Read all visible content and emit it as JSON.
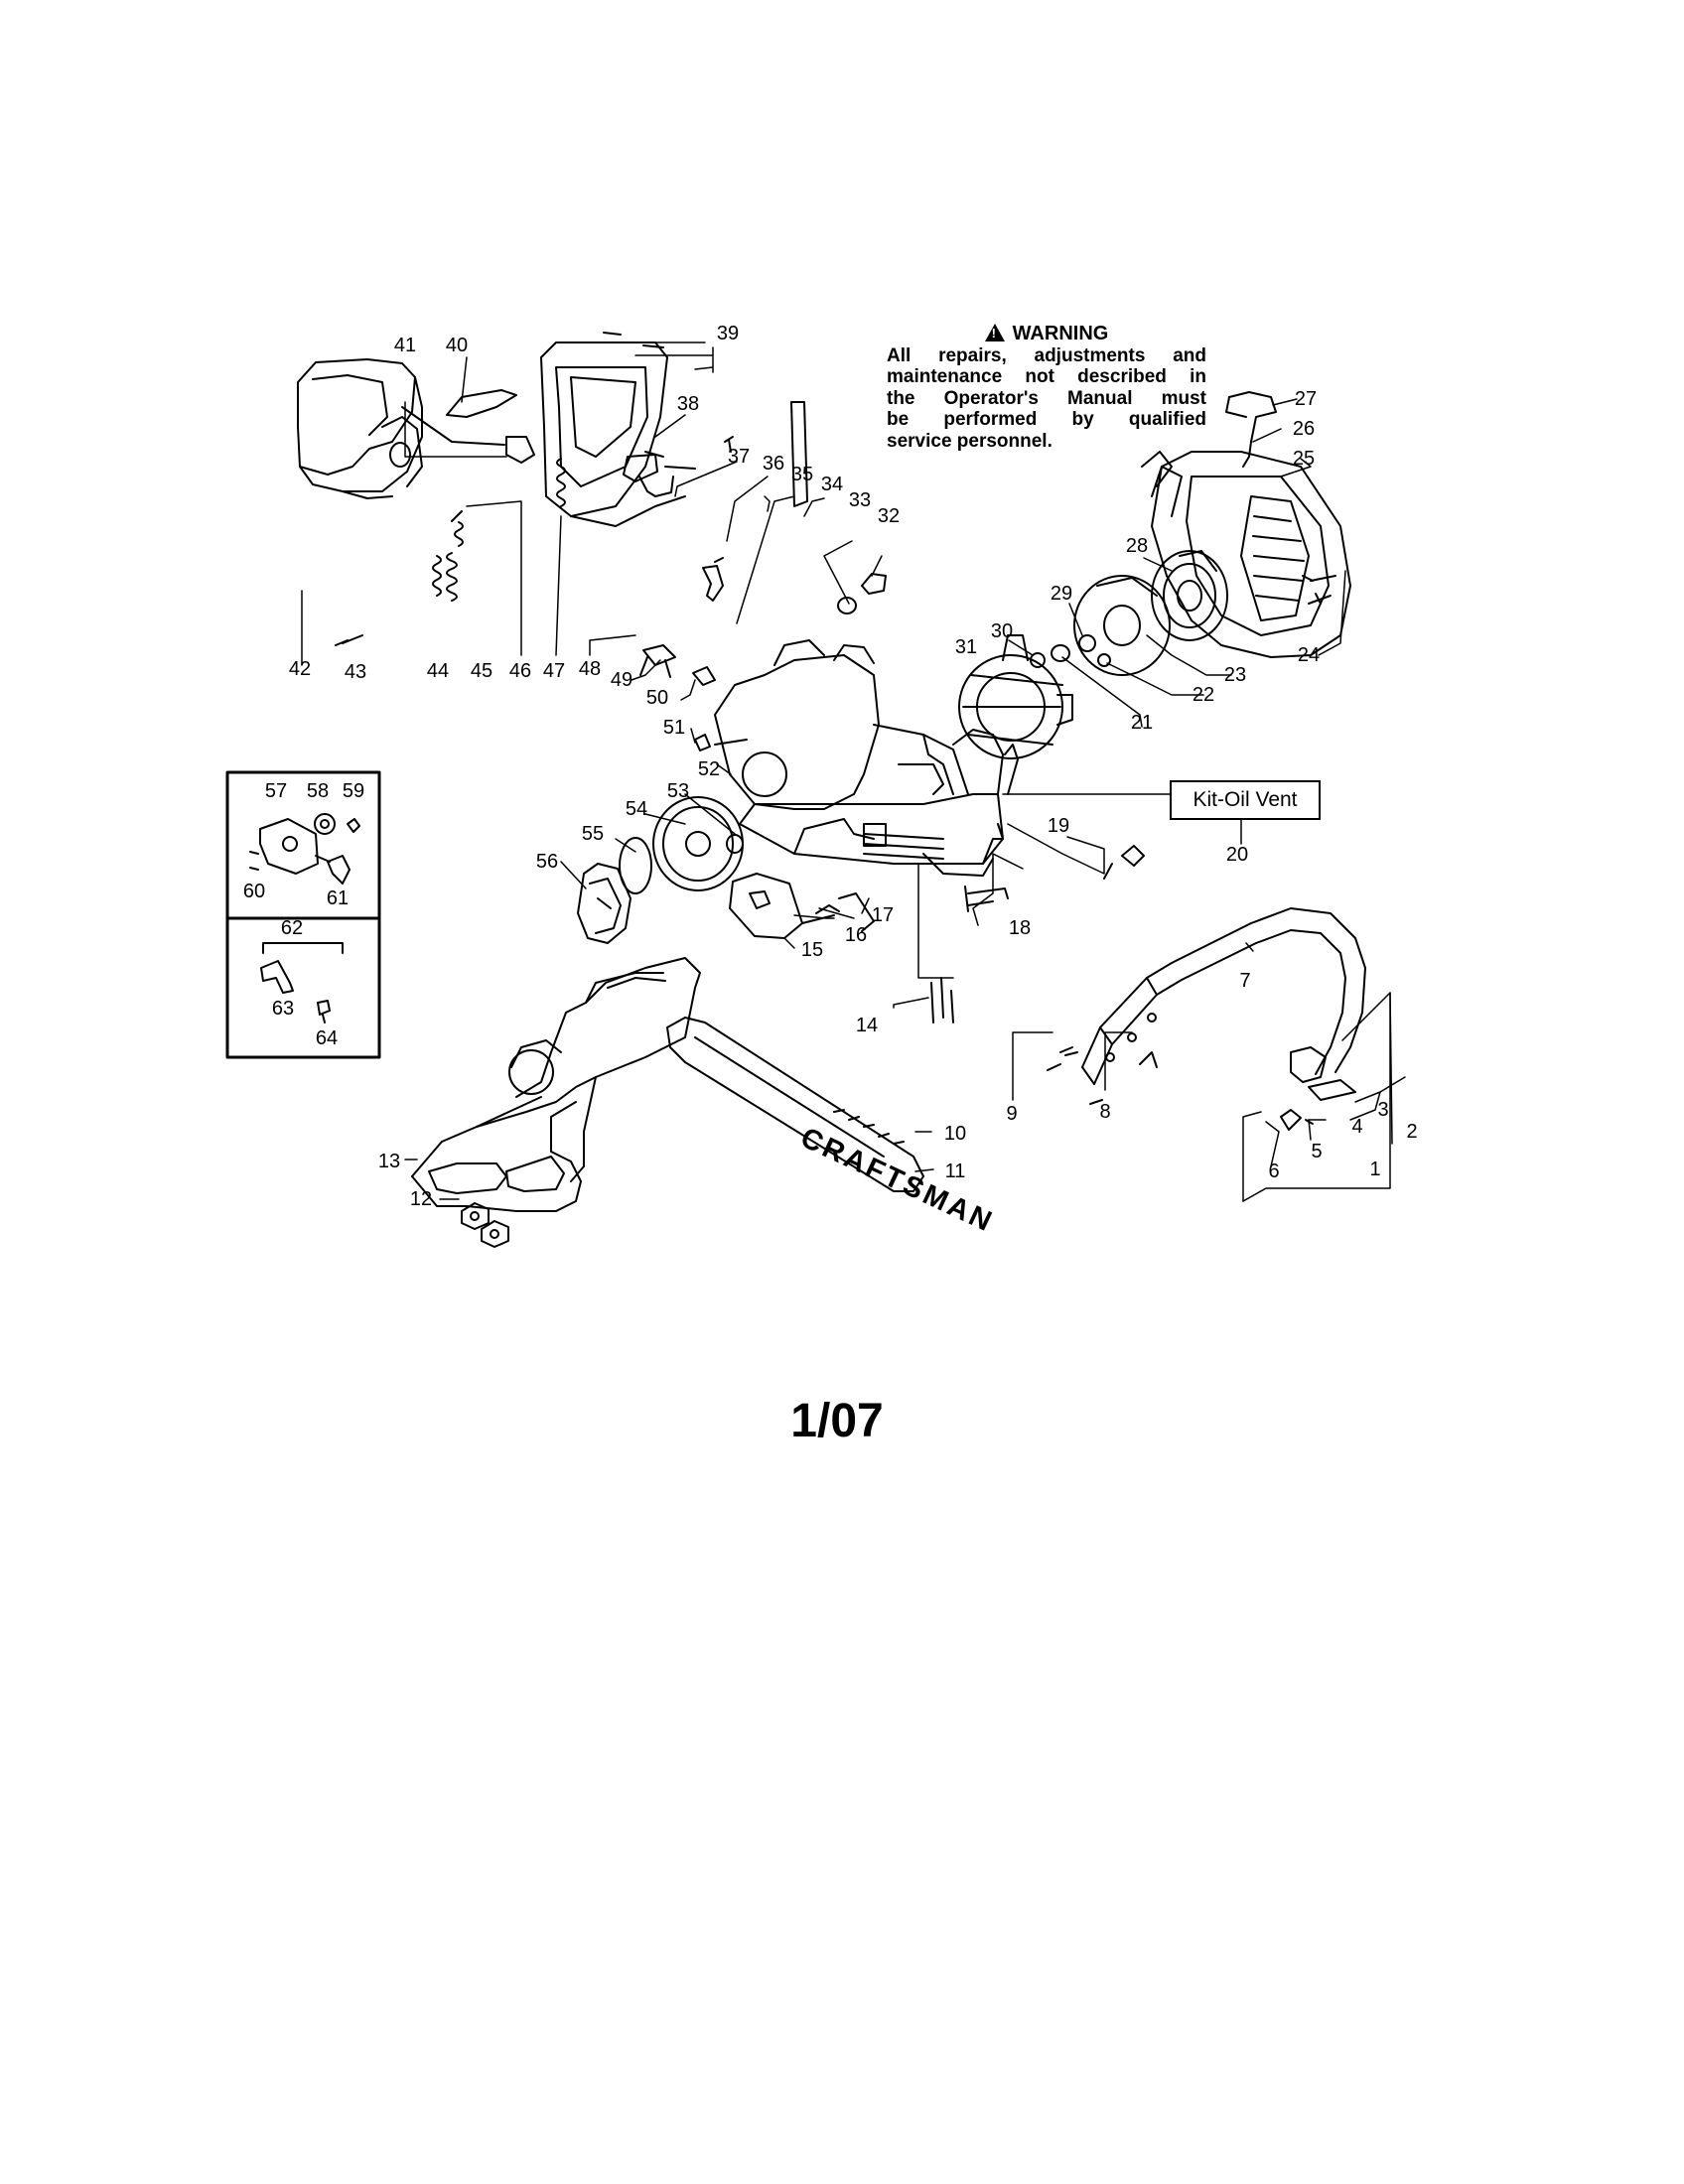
{
  "warning": {
    "title": "WARNING",
    "lines": [
      "All repairs, adjustments and",
      "maintenance not described in",
      "the Operator's Manual must",
      "be performed by qualified",
      "service personnel."
    ]
  },
  "kit_label": "Kit-Oil Vent",
  "brand_text": "CRAFTSMAN",
  "revision_date": "1/07",
  "callouts": [
    "1",
    "2",
    "3",
    "4",
    "5",
    "6",
    "7",
    "8",
    "9",
    "10",
    "11",
    "12",
    "13",
    "14",
    "15",
    "16",
    "17",
    "18",
    "19",
    "20",
    "21",
    "22",
    "23",
    "24",
    "25",
    "26",
    "27",
    "28",
    "29",
    "30",
    "31",
    "32",
    "33",
    "34",
    "35",
    "36",
    "37",
    "38",
    "39",
    "40",
    "41",
    "42",
    "43",
    "44",
    "45",
    "46",
    "47",
    "48",
    "49",
    "50",
    "51",
    "52",
    "53",
    "54",
    "55",
    "56",
    "57",
    "58",
    "59",
    "60",
    "61",
    "62",
    "63",
    "64"
  ]
}
